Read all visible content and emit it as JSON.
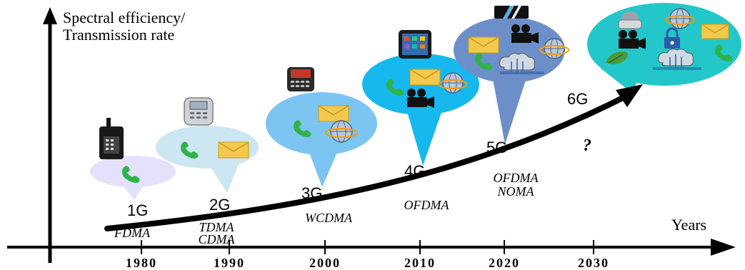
{
  "axes": {
    "y_title_line1": "Spectral efficiency/",
    "y_title_line2": "Transmission rate",
    "x_title": "Years"
  },
  "years": [
    "1980",
    "1990",
    "2000",
    "2010",
    "2020",
    "2030"
  ],
  "generations": [
    {
      "label": "1G",
      "tech": [
        "FDMA"
      ],
      "services": [
        "phone"
      ]
    },
    {
      "label": "2G",
      "tech": [
        "TDMA",
        "CDMA"
      ],
      "services": [
        "phone",
        "mail"
      ]
    },
    {
      "label": "3G",
      "tech": [
        "WCDMA"
      ],
      "services": [
        "mail",
        "phone",
        "globe"
      ]
    },
    {
      "label": "4G",
      "tech": [
        "OFDMA"
      ],
      "services": [
        "mail",
        "phone",
        "globe",
        "video"
      ]
    },
    {
      "label": "5G",
      "tech": [
        "OFDMA",
        "NOMA"
      ],
      "services": [
        "video",
        "mail",
        "globe",
        "phone",
        "cloud"
      ]
    },
    {
      "label": "6G",
      "tech": [],
      "services": [
        "vr",
        "globe",
        "video",
        "lock",
        "mail",
        "leaf",
        "cloud",
        "phone"
      ]
    }
  ],
  "future_mark": "?",
  "colors": {
    "axis": "#000000",
    "bubble_1g": "#e3e1fb",
    "bubble_2g": "#cce6f2",
    "bubble_3g": "#7cc5f2",
    "bubble_4g": "#16b8ee",
    "bubble_5g": "#6d8fc9",
    "bubble_6g": "#23c7c9",
    "phone": "#2fb34a",
    "mail": "#f2c94c"
  }
}
